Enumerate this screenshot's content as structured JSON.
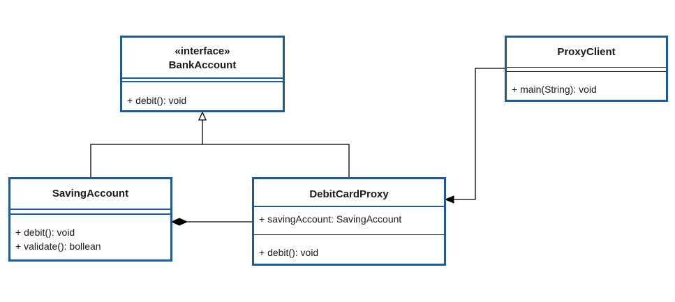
{
  "diagram": {
    "classes": {
      "bank_account": {
        "stereotype": "«interface»",
        "name": "BankAccount",
        "attributes": [],
        "methods": [
          "+ debit(): void"
        ]
      },
      "proxy_client": {
        "name": "ProxyClient",
        "attributes": [],
        "methods": [
          "+ main(String): void"
        ]
      },
      "saving_account": {
        "name": "SavingAccount",
        "attributes": [],
        "methods": [
          "+ debit(): void",
          "+ validate(): bollean"
        ]
      },
      "debit_card_proxy": {
        "name": "DebitCardProxy",
        "attributes": [
          "+ savingAccount: SavingAccount"
        ],
        "methods": [
          "+ debit(): void"
        ]
      }
    },
    "relations": [
      {
        "type": "realization",
        "from": "SavingAccount",
        "to": "BankAccount"
      },
      {
        "type": "realization",
        "from": "DebitCardProxy",
        "to": "BankAccount"
      },
      {
        "type": "composition",
        "from": "DebitCardProxy",
        "to": "SavingAccount"
      },
      {
        "type": "association",
        "from": "ProxyClient",
        "to": "DebitCardProxy"
      }
    ],
    "colors": {
      "class_border": "#1e5a96",
      "connector": "#000000",
      "background": "#ffffff"
    }
  }
}
